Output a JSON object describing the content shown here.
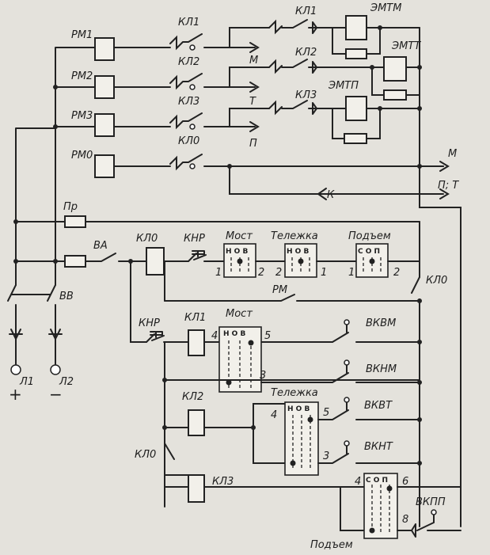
{
  "labels": {
    "pm1": "РМ1",
    "pm2": "РМ2",
    "pm3": "РМ3",
    "pm0": "РМ0",
    "kl1": "КЛ1",
    "kl2": "КЛ2",
    "kl3": "КЛ3",
    "kl0": "КЛ0",
    "emtm": "ЭМТМ",
    "emtt": "ЭМТТ",
    "emtp": "ЭМТП",
    "m": "М",
    "t": "Т",
    "p": "П",
    "pt": "П; Т",
    "k": "К",
    "pr": "Пр",
    "va": "ВА",
    "vv": "ВВ",
    "l1": "Л1",
    "l2": "Л2",
    "plus": "+",
    "minus": "−",
    "knr": "КНР",
    "most": "Мост",
    "telezhka": "Тележка",
    "podem": "Подъем",
    "nov": "Н О В",
    "sop": "С О П",
    "rm": "РМ",
    "vkvm": "ВКВМ",
    "vknm": "ВКНМ",
    "vkvt": "ВКВТ",
    "vknt": "ВКНТ",
    "vkpp": "ВКПП",
    "n1": "1",
    "n2": "2",
    "n3": "3",
    "n4": "4",
    "n5": "5",
    "n6": "6",
    "n8": "8"
  }
}
